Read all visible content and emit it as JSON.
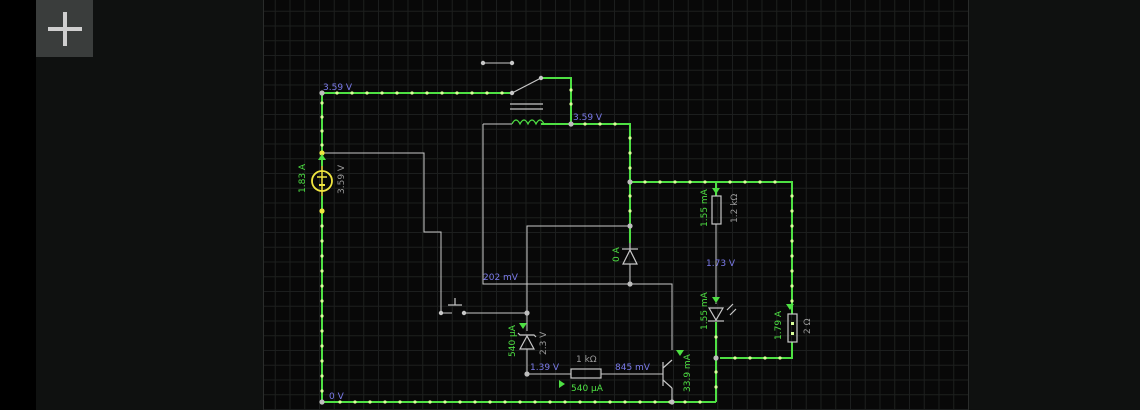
{
  "toolbar": {
    "add_icon": "plus-icon"
  },
  "labels": {
    "top_left_voltage": "3.59 V",
    "coil_voltage": "3.59 V",
    "battery_current": "1.83 A",
    "battery_voltage": "3.59 V",
    "resistor1_current": "1.55 mA",
    "resistor1_value": "1.2 kΩ",
    "diode_current": "0 A",
    "mid_node_voltage": "1.73 V",
    "base_node_voltage": "202 mV",
    "led_current": "1.55 mA",
    "load_current": "1.79 A",
    "load_value": "2 Ω",
    "zener_current": "540 µA",
    "zener_value": "2.3 V",
    "resistor2_value": "1 kΩ",
    "left_node_voltage": "1.39 V",
    "right_node_voltage": "845 mV",
    "resistor2_current": "540 µA",
    "transistor_current": "33.9 mA",
    "ground_voltage": "0 V"
  },
  "colors": {
    "wire_active": "#4ee043",
    "wire_dot": "#d9ff9a",
    "wire_idle": "#c8c8c8",
    "voltage_text": "#7b7bea",
    "current_text": "#4ee043",
    "battery_ring": "#f0e640"
  }
}
